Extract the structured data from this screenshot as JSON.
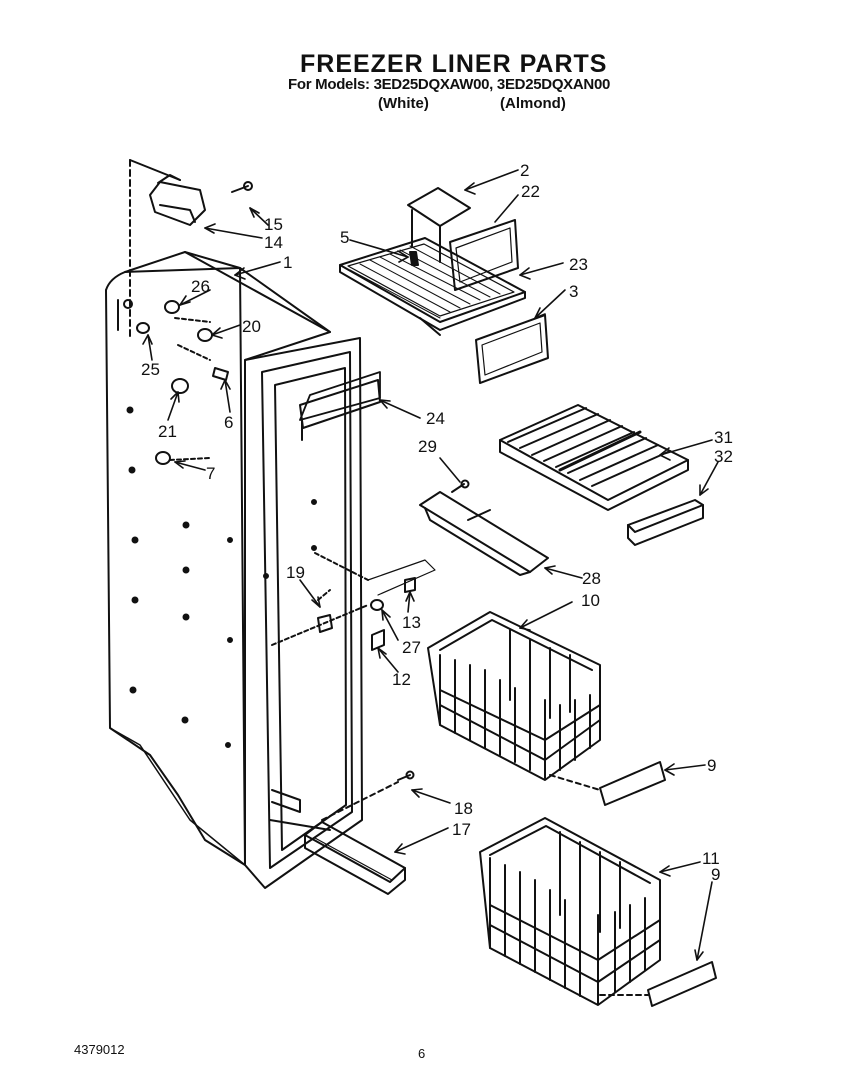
{
  "header": {
    "title": "FREEZER LINER PARTS",
    "models_line": "For Models: 3ED25DQXAW00, 3ED25DQXAN00",
    "variant_white": "(White)",
    "variant_almond": "(Almond)"
  },
  "callouts": [
    "1",
    "2",
    "3",
    "5",
    "6",
    "7",
    "9",
    "9",
    "10",
    "11",
    "12",
    "13",
    "14",
    "15",
    "17",
    "18",
    "19",
    "20",
    "21",
    "22",
    "23",
    "24",
    "25",
    "26",
    "27",
    "28",
    "29",
    "31",
    "32"
  ],
  "footer": {
    "doc_number": "4379012",
    "page_number": "6"
  }
}
